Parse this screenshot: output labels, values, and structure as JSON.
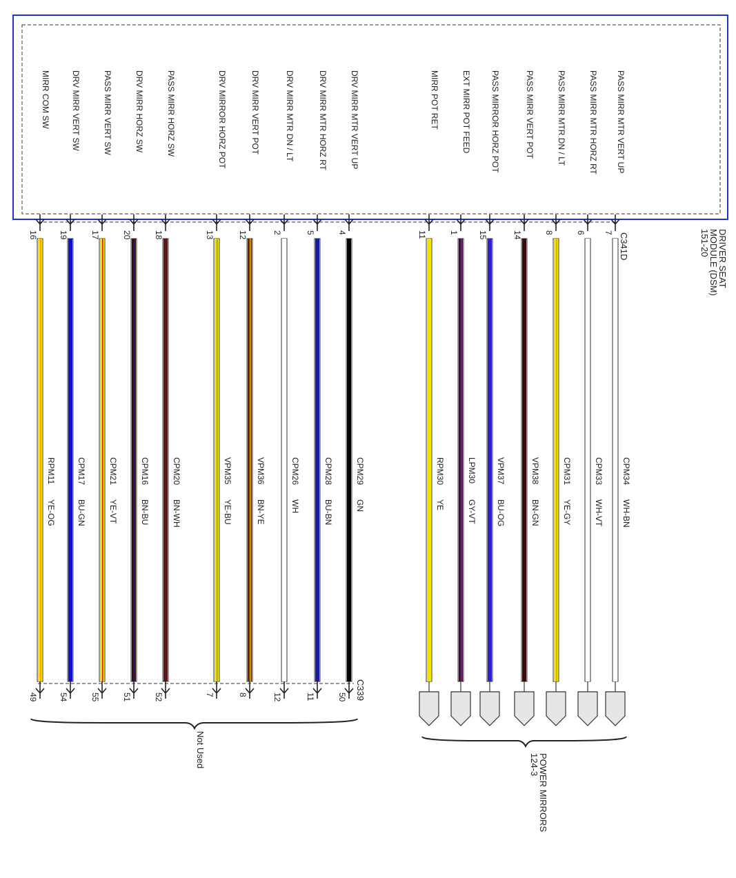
{
  "module": {
    "name_lines": [
      "DRIVER SEAT",
      "MODULE (DSM)",
      "151-20"
    ],
    "connector": "C341D"
  },
  "bottom_connector": "C339",
  "groups": {
    "not_used": "Not Used",
    "power_mirrors": [
      "124-3",
      "POWER MIRRORS"
    ]
  },
  "colors": {
    "module_border": "#2233cc",
    "YE": "#f2e200",
    "BU": "#1010c8",
    "GN": "#000000",
    "BN": "#3a0d0d",
    "WH": "#ffffff",
    "GY": "#a0a0a0",
    "VT": "#7a2a8a",
    "OG": "#ff8800"
  },
  "circuits": [
    {
      "label": "MIRR COM SW",
      "pin": "16",
      "bottom_pin": "49",
      "circuit": "RPM11",
      "wire_color": "YE-OG",
      "main": "#f2e200",
      "stripe": "#ff9a00"
    },
    {
      "label": "DRV MIRR VERT SW",
      "pin": "19",
      "bottom_pin": "54",
      "circuit": "CPM17",
      "wire_color": "BU-GN",
      "main": "#1010c8",
      "stripe": "#1010c8"
    },
    {
      "label": "PASS MIRR VERT SW",
      "pin": "17",
      "bottom_pin": "55",
      "circuit": "CPM21",
      "wire_color": "YE-VT",
      "main": "#f2e200",
      "stripe": "#cc2200"
    },
    {
      "label": "DRV MIRR HORZ SW",
      "pin": "20",
      "bottom_pin": "51",
      "circuit": "CPM16",
      "wire_color": "BN-BU",
      "main": "#3a0d0d",
      "stripe": "#2a1a6a"
    },
    {
      "label": "PASS MIRR HORZ SW",
      "pin": "18",
      "bottom_pin": "52",
      "circuit": "CPM20",
      "wire_color": "BN-WH",
      "main": "#5a1a1a",
      "stripe": "#5a1a1a"
    },
    {
      "label": "DRV MIRROR HORZ POT",
      "pin": "13",
      "bottom_pin": "7",
      "circuit": "VPM35",
      "wire_color": "YE-BU",
      "main": "#f2e200",
      "stripe": "#9a9a20"
    },
    {
      "label": "DRV MIRR VERT POT",
      "pin": "12",
      "bottom_pin": "8",
      "circuit": "VPM36",
      "wire_color": "BN-YE",
      "main": "#5a2a10",
      "stripe": "#ffb000"
    },
    {
      "label": "DRV MIRR MTR DN / LT",
      "pin": "2",
      "bottom_pin": "12",
      "circuit": "CPM26",
      "wire_color": "WH",
      "main": "#ffffff",
      "stripe": "#ffffff"
    },
    {
      "label": "DRV MIRR MTR HORZ RT",
      "pin": "5",
      "bottom_pin": "11",
      "circuit": "CPM28",
      "wire_color": "BU-BN",
      "main": "#1a1aa0",
      "stripe": "#1a1aa0"
    },
    {
      "label": "DRV MIRR MTR VERT UP",
      "pin": "4",
      "bottom_pin": "50",
      "circuit": "CPM29",
      "wire_color": "GN",
      "main": "#000000",
      "stripe": "#000000"
    },
    {
      "label": "MIRR POT RET",
      "pin": "11",
      "circuit": "RPM30",
      "wire_color": "YE",
      "main": "#f2e200",
      "stripe": "#f2e200"
    },
    {
      "label": "EXT MIRR POT FEED",
      "pin": "1",
      "circuit": "LPM30",
      "wire_color": "GY-VT",
      "main": "#3a1030",
      "stripe": "#7a2a8a"
    },
    {
      "label": "PASS MIRROR HORZ POT",
      "pin": "15",
      "circuit": "VPM37",
      "wire_color": "BU-OG",
      "main": "#3020d0",
      "stripe": "#3020d0"
    },
    {
      "label": "PASS MIRR VERT POT",
      "pin": "14",
      "circuit": "VPM38",
      "wire_color": "BN-GN",
      "main": "#3a0d0d",
      "stripe": "#3a0d0d"
    },
    {
      "label": "PASS MIRR MTR DN / LT",
      "pin": "8",
      "circuit": "CPM31",
      "wire_color": "YE-GY",
      "main": "#f2e200",
      "stripe": "#c8b400"
    },
    {
      "label": "PASS MIRR MTR HORZ RT",
      "pin": "6",
      "circuit": "CPM33",
      "wire_color": "WH-VT",
      "main": "#ffffff",
      "stripe": "#ffffff"
    },
    {
      "label": "PASS MIRR MTR VERT UP",
      "pin": "7",
      "circuit": "CPM34",
      "wire_color": "WH-BN",
      "main": "#ffffff",
      "stripe": "#ffffff"
    }
  ]
}
